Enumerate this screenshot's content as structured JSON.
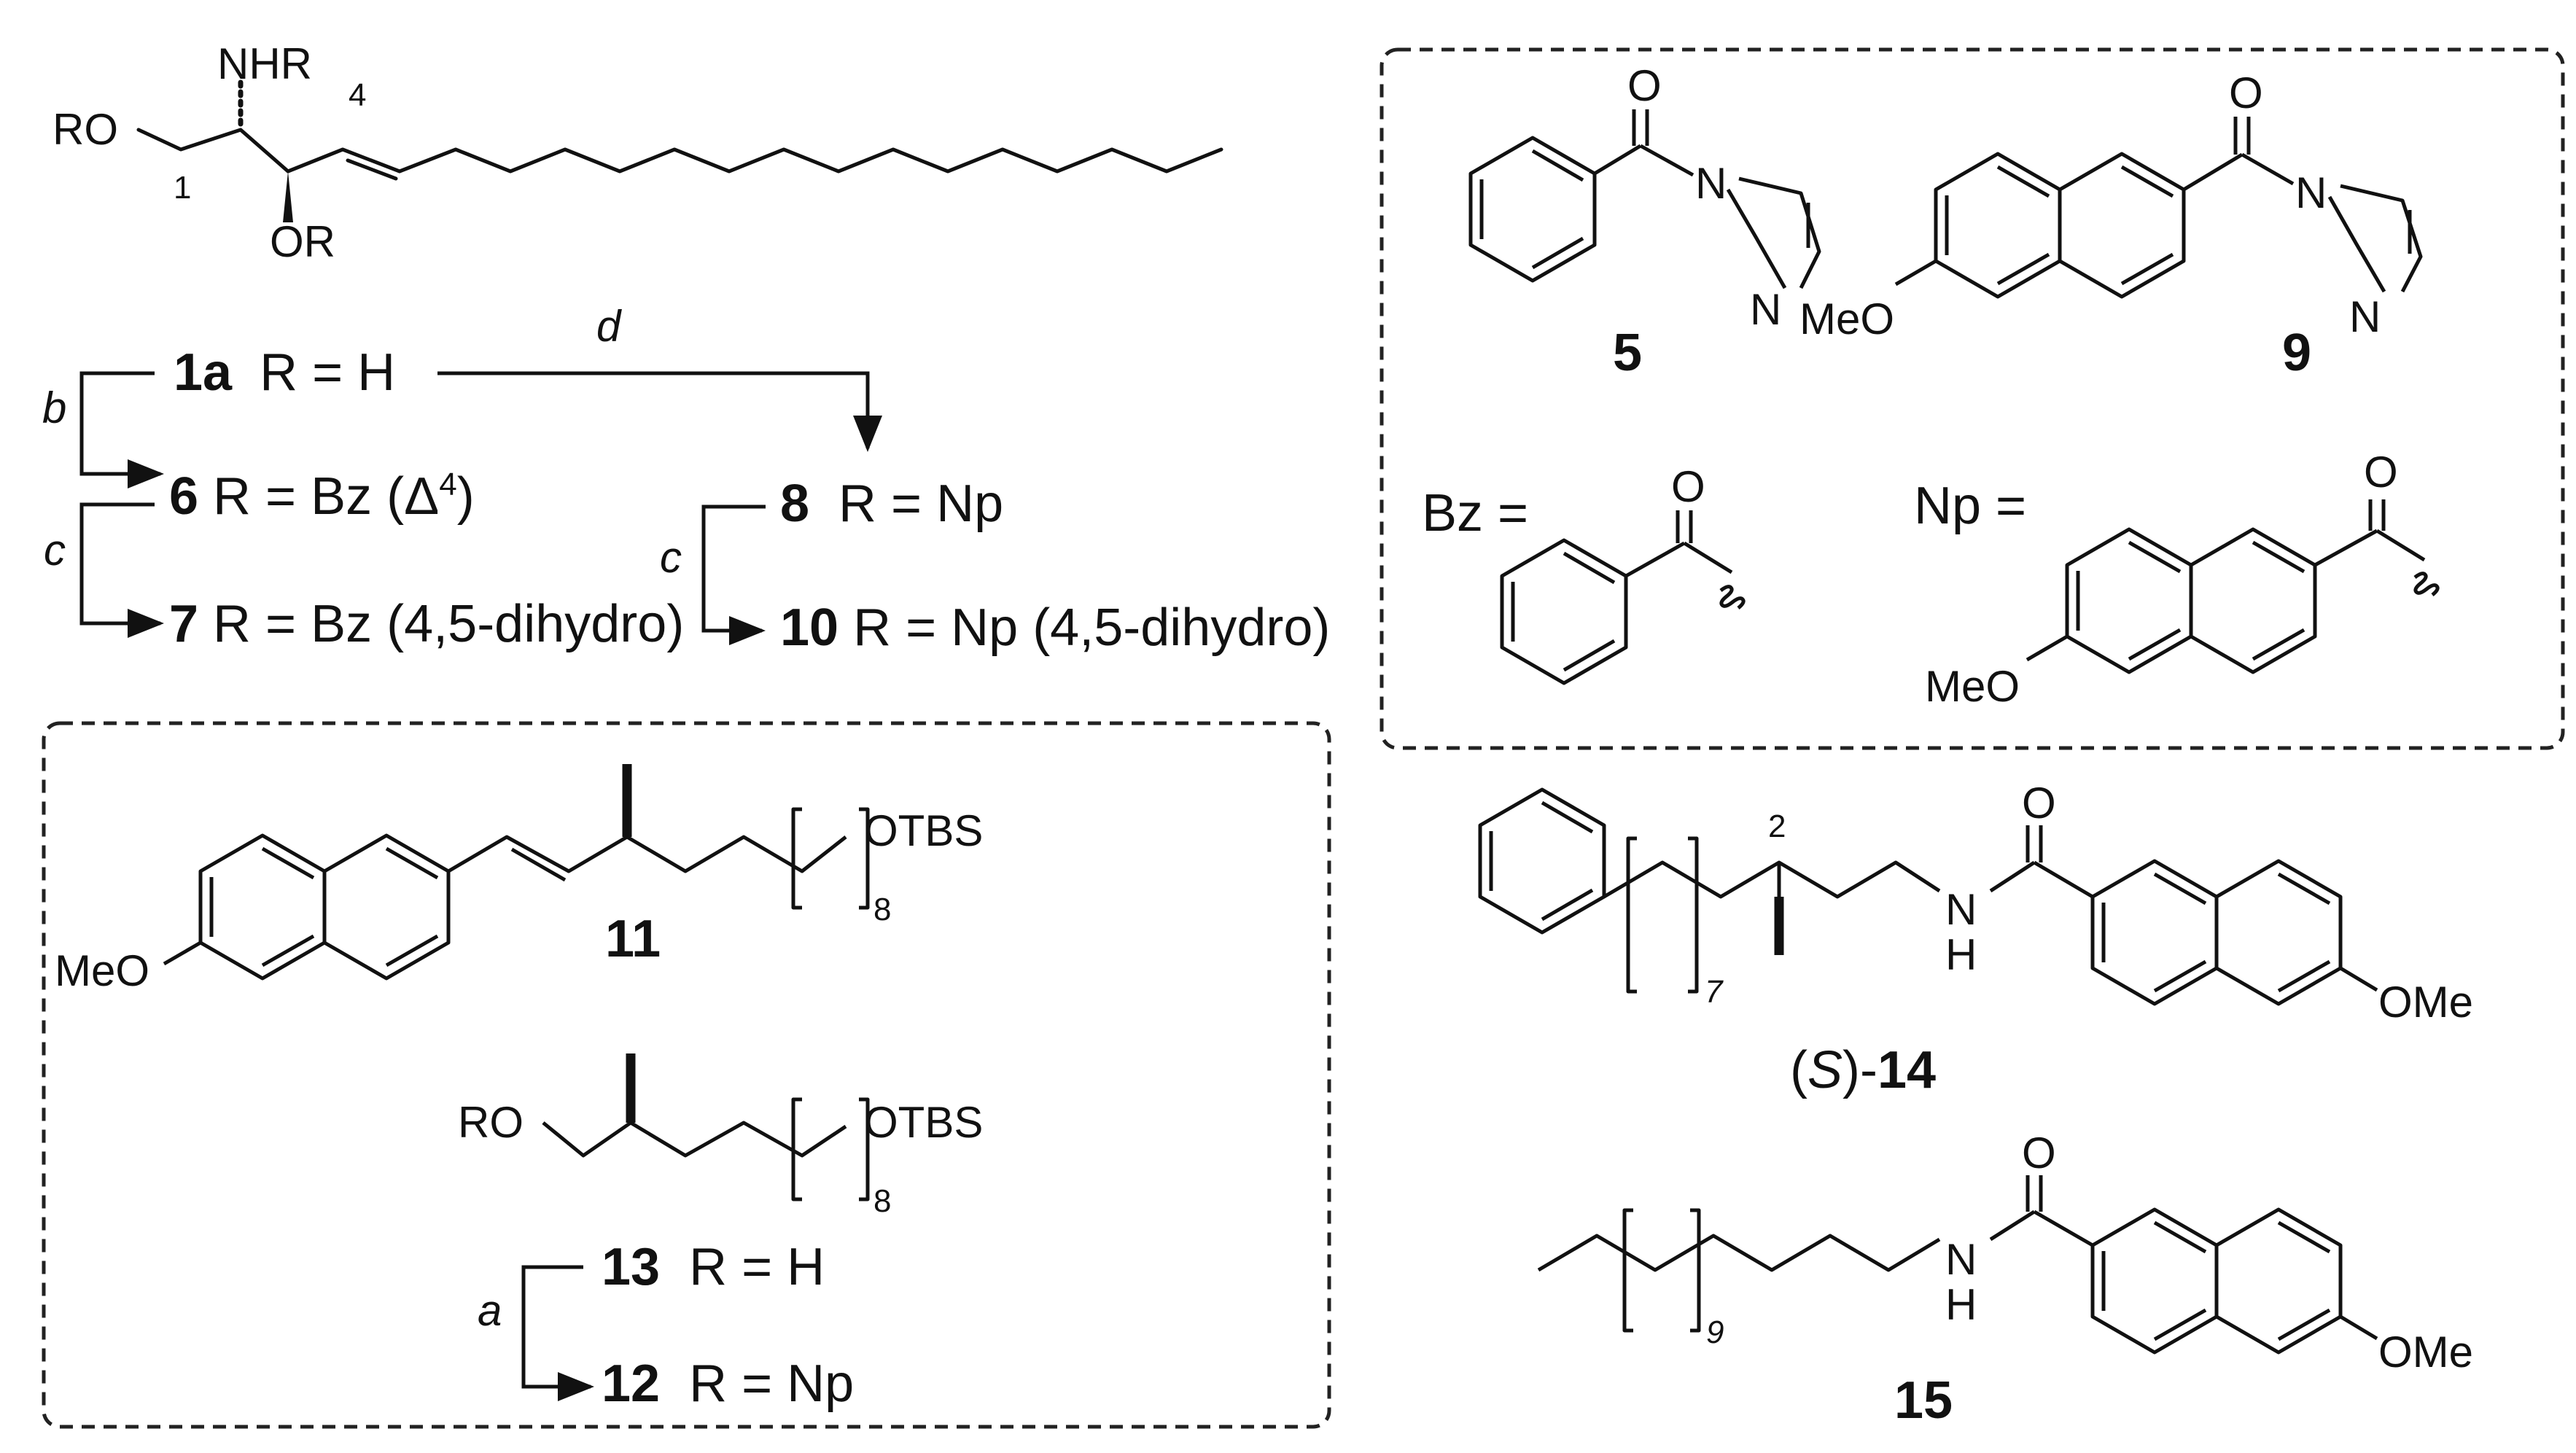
{
  "compounds": {
    "c1": {
      "substituents": {
        "nhr": "NHR",
        "ro": "RO",
        "or": "OR"
      },
      "locants": {
        "c1": "1",
        "c4": "4"
      }
    },
    "c5": {
      "number": "5",
      "atoms": {
        "o": "O",
        "n1": "N",
        "n2": "N"
      }
    },
    "c9": {
      "number": "9",
      "atoms": {
        "o": "O",
        "n1": "N",
        "n2": "N",
        "meo": "MeO"
      }
    },
    "bz_def": {
      "label": "Bz =",
      "o": "O"
    },
    "np_def": {
      "label": "Np =",
      "o": "O",
      "meo": "MeO"
    },
    "c11": {
      "number": "11",
      "meo": "MeO",
      "otbs": "OTBS",
      "repeat": "8"
    },
    "c13_struct": {
      "ro": "RO",
      "otbs": "OTBS",
      "repeat": "8"
    },
    "c14": {
      "prefix": "(",
      "stereo": "S",
      "suffix": ")-",
      "number": "14",
      "o": "O",
      "nh_n": "N",
      "nh_h": "H",
      "ome": "OMe",
      "repeat": "7",
      "locant": "2"
    },
    "c15": {
      "number": "15",
      "o": "O",
      "nh_n": "N",
      "nh_h": "H",
      "ome": "OMe",
      "repeat": "9"
    }
  },
  "scheme": {
    "row_1a": {
      "number": "1a",
      "text": "R = H"
    },
    "row_6": {
      "number": "6",
      "text_a": "R = Bz (Δ",
      "sup": "4",
      "text_b": ")"
    },
    "row_7": {
      "number": "7",
      "text": "R = Bz (4,5-dihydro)"
    },
    "row_8": {
      "number": "8",
      "text": "R = Np"
    },
    "row_10": {
      "number": "10",
      "text": "R = Np (4,5-dihydro)"
    },
    "row_13": {
      "number": "13",
      "text": "R = H"
    },
    "row_12": {
      "number": "12",
      "text": "R = Np"
    },
    "arrows": {
      "b": "b",
      "c1": "c",
      "c2": "c",
      "d": "d",
      "a": "a"
    }
  },
  "colors": {
    "ink": "#111111",
    "background": "#ffffff"
  }
}
